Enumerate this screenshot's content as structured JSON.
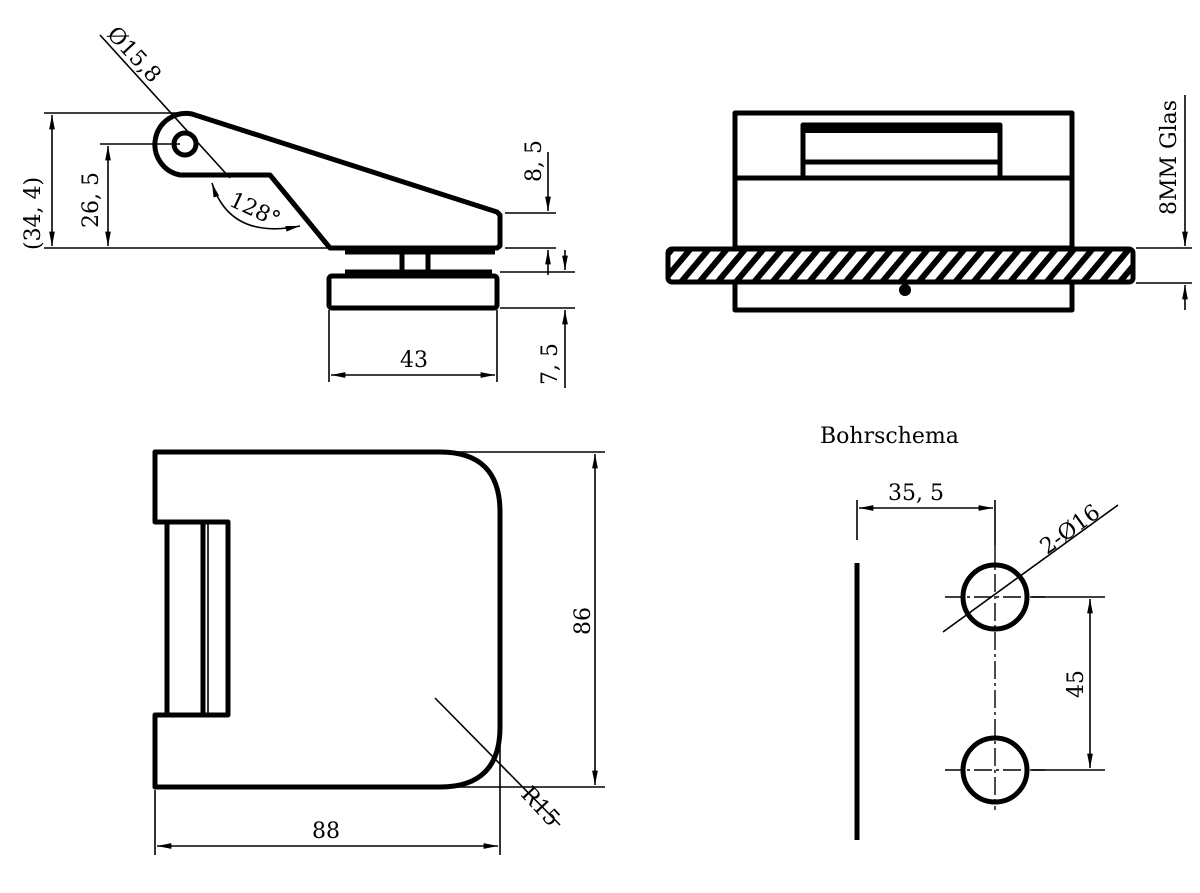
{
  "side_view": {
    "diameter_label": "Ø15,8",
    "angle_label": "128°",
    "overall_height_label": "(34, 4)",
    "pivot_height_label": "26, 5",
    "arm_end_label": "8, 5",
    "base_thickness_label": "7, 5",
    "base_width_label": "43"
  },
  "front_view": {
    "glass_label": "8MM Glas"
  },
  "top_view": {
    "height_label": "86",
    "width_label": "88",
    "radius_label": "R15"
  },
  "drilling": {
    "title": "Bohrschema",
    "edge_distance_label": "35, 5",
    "hole_label": "2-Ø16",
    "hole_spacing_label": "45"
  }
}
